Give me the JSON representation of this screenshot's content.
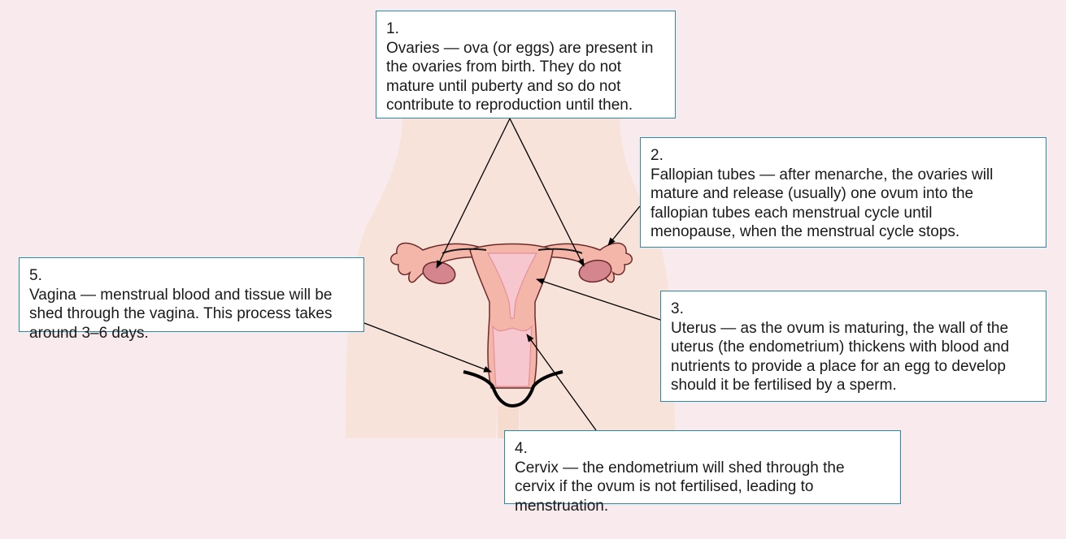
{
  "colors": {
    "background": "#f9eaee",
    "body_silhouette": "#f7e3da",
    "organ": "#f4b6a8",
    "organ_outline": "#6b2a2a",
    "uterus_light": "#f6d4cf",
    "endometrium": "#f7c7cf",
    "ovary": "#d4858d",
    "callout_border": "#2a8aa8",
    "leader_line": "#000000"
  },
  "callouts": [
    {
      "number": "1.",
      "text": "Ovaries — ova (or eggs) are present in the ovaries from birth. They do not mature until puberty and so do not contribute to reproduction until then."
    },
    {
      "number": "2.",
      "text": "Fallopian tubes — after menarche, the ovaries will mature and release (usually) one ovum into the fallopian tubes each menstrual cycle until menopause, when the menstrual cycle stops."
    },
    {
      "number": "3.",
      "text": "Uterus — as the ovum is maturing, the wall of the uterus (the endometrium) thickens with blood and nutrients to provide a place for an egg to develop should it be fertilised by a sperm."
    },
    {
      "number": "4.",
      "text": "Cervix — the endometrium will shed through the cervix if the ovum is not fertilised, leading to menstruation."
    },
    {
      "number": "5.",
      "text": "Vagina — menstrual blood and tissue will be shed through the vagina. This process takes around 3–6 days."
    }
  ]
}
